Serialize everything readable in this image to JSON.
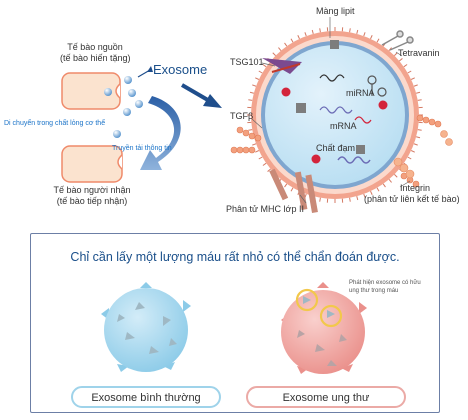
{
  "top": {
    "source_cell": {
      "line1": "Tế bào nguồn",
      "line2": "(tế bào hiến tặng)"
    },
    "exosome_label": "Exosome",
    "fluid_label": "Di chuyển trong chất lỏng cơ thể",
    "transfer_label": "Truyền tải thông tin",
    "recipient_cell": {
      "line1": "Tế bào người nhận",
      "line2": "(tế bào tiếp nhận)"
    },
    "parts": {
      "lipid": "Màng lipit",
      "tsg101": "TSG101",
      "tetraspanin": "Tetravanin",
      "tgfb": "TGFβ",
      "mirna": "miRNA",
      "mrna": "mRNA",
      "protein": "Chất đạm",
      "integrin_line1": "Integrin",
      "integrin_line2": "(phân tử liên kết tế bào)",
      "mhc": "Phân tử MHC lớp II"
    }
  },
  "bottom": {
    "headline": "Chỉ cần lấy một lượng máu rất nhỏ có thể chẩn đoán được.",
    "detect_note_line1": "Phát hiện exosome có hữu",
    "detect_note_line2": "ung thư trong máu",
    "normal_label": "Exosome bình thường",
    "cancer_label": "Exosome ung thư"
  },
  "colors": {
    "cell_fill": "#fbe3cf",
    "cell_stroke": "#ef8a6a",
    "exosome_blue": "#9fd3ea",
    "exosome_inner": "#c9e6f5",
    "arrow_navy": "#1f4e8c",
    "cancer_pink": "#ef9f9b",
    "highlight_yellow": "#f2c84b"
  }
}
